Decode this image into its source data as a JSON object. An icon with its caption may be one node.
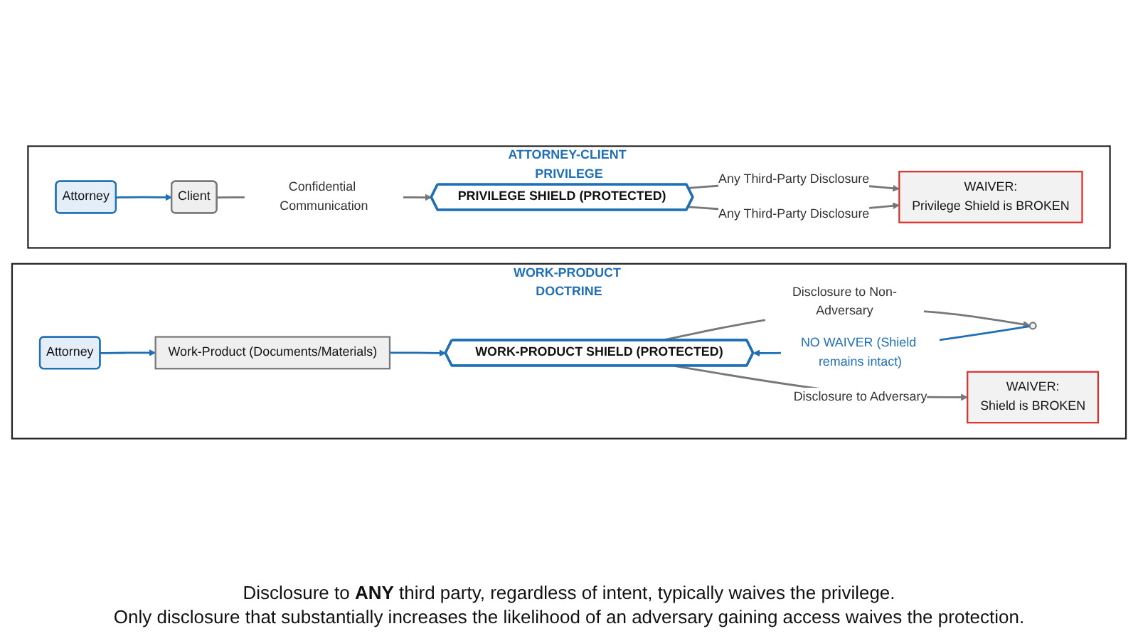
{
  "diagram": {
    "nodes": [
      {
        "text": [
          "ATTORNEY-CLIENT PRIVILEGE"
        ]
      },
      {
        "text": [
          "Attorney"
        ],
        "in": 0
      },
      {
        "text": [
          "Client"
        ],
        "in": 0
      },
      {
        "text": [
          "PRIVILEGE SHIELD (PROTECTED)"
        ],
        "in": 0
      },
      {
        "text": [
          "WAIVER:",
          "Privilege Shield is BROKEN"
        ],
        "in": 0
      },
      {
        "text": [
          "WORK-PRODUCT DOCTRINE"
        ]
      },
      {
        "text": [
          "Attorney"
        ],
        "in": 5
      },
      {
        "text": [
          "Work-Product (Documents/Materials)"
        ],
        "in": 5
      },
      {
        "text": [
          "WORK-PRODUCT SHIELD (PROTECTED)"
        ],
        "in": 5
      },
      {
        "text": [],
        "shape": "person",
        "in": 5
      },
      {
        "text": [
          "WAIVER:",
          "Shield is BROKEN"
        ],
        "in": 5
      }
    ],
    "edges": [
      {
        "from": 1,
        "to": 2,
        "arrow": "to",
        "color": "#1f6fb5"
      },
      {
        "from": 2,
        "to": 3,
        "arrow": "to",
        "label": "Confidential Communication"
      },
      {
        "from": 3,
        "to": 4,
        "arrow": "to",
        "label": "Any Third-Party Disclosure"
      },
      {
        "from": 3,
        "to": 4,
        "arrow": "to",
        "label": "Any Third-Party Disclosure"
      },
      {
        "from": 6,
        "to": 7,
        "arrow": "to",
        "color": "#1f6fb5"
      },
      {
        "from": 7,
        "to": 8,
        "arrow": "to",
        "color": "#1f6fb5"
      },
      {
        "from": 8,
        "to": 9,
        "arrow": "to",
        "label": "Disclosure to Non-Adversary"
      },
      {
        "from": 9,
        "to": 8,
        "arrow": "to",
        "label": "NO WAIVER (Shield remains intact)",
        "color": "#1f6fb5"
      },
      {
        "from": 8,
        "to": 10,
        "arrow": "to",
        "label": "Disclosure to Adversary"
      }
    ],
    "labels": [
      "Disclosure to **ANY** third party, regardless of intent, typically waives the privilege.",
      "Only disclosure that substantially increases the likelihood of an adversary gaining access waives the protection."
    ]
  }
}
